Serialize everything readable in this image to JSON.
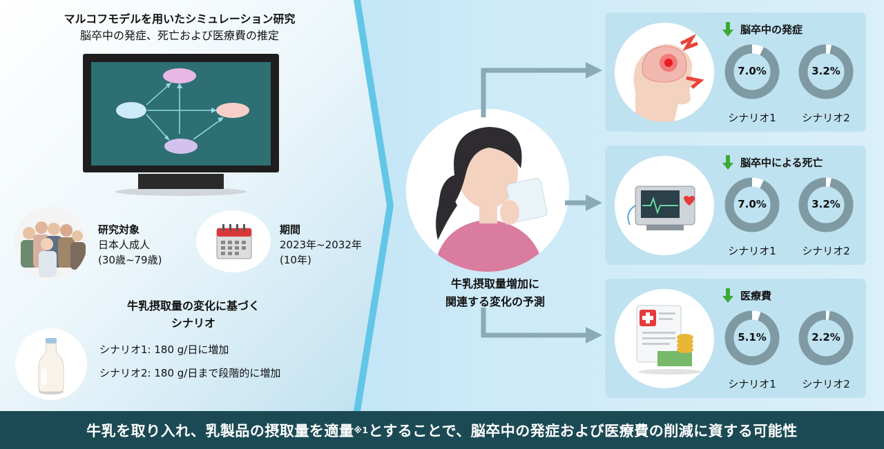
{
  "left": {
    "title_line1": "マルコフモデルを用いたシミュレーション研究",
    "title_line2": "脳卒中の発症、死亡および医療費の推定",
    "subjects_heading": "研究対象",
    "subjects_line1": "日本人成人",
    "subjects_line2": "(30歳~79歳)",
    "period_heading": "期間",
    "period_line1": "2023年~2032年",
    "period_line2": "(10年)",
    "scenario_heading_line1": "牛乳摂取量の変化に基づく",
    "scenario_heading_line2": "シナリオ",
    "scenario1": "シナリオ1: 180 g/日に増加",
    "scenario2": "シナリオ2: 180 g/日まで段階的に増加"
  },
  "center": {
    "line1": "牛乳摂取量増加に",
    "line2": "関連する変化の予測"
  },
  "panels": [
    {
      "title": "脳卒中の発症",
      "icon": "brain-icon",
      "s1_value": "7.0%",
      "s1_fraction": 0.07,
      "s1_label": "シナリオ1",
      "s2_value": "3.2%",
      "s2_fraction": 0.032,
      "s2_label": "シナリオ2"
    },
    {
      "title": "脳卒中による死亡",
      "icon": "heart-monitor-icon",
      "s1_value": "7.0%",
      "s1_fraction": 0.07,
      "s1_label": "シナリオ1",
      "s2_value": "3.2%",
      "s2_fraction": 0.032,
      "s2_label": "シナリオ2"
    },
    {
      "title": "医療費",
      "icon": "medical-bill-icon",
      "s1_value": "5.1%",
      "s1_fraction": 0.051,
      "s1_label": "シナリオ1",
      "s2_value": "2.2%",
      "s2_fraction": 0.022,
      "s2_label": "シナリオ2"
    }
  ],
  "banner": {
    "text_before": "牛乳を取り入れ、乳製品の摂取量を適量",
    "superscript": "※1",
    "text_after": "とすることで、脳卒中の発症および医療費の削減に資する可能性"
  },
  "colors": {
    "ring": "#7f9aa3",
    "ring_gap": "#ffffff",
    "arrow": "#8aaab8",
    "down_arrow": "#3aa935",
    "banner": "#1c4a54",
    "screen": "#2d6f73"
  }
}
